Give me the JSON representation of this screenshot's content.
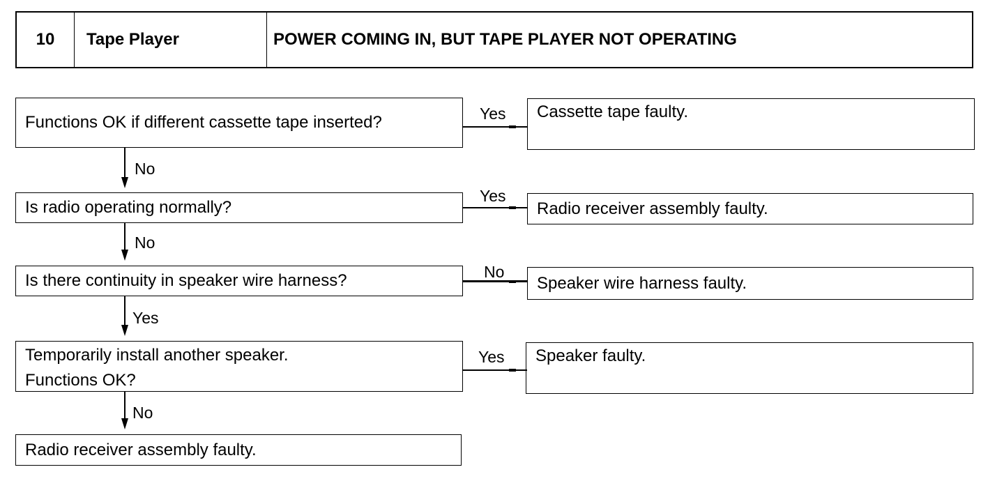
{
  "header": {
    "number": "10",
    "section": "Tape Player",
    "title": "POWER COMING IN, BUT TAPE PLAYER NOT OPERATING"
  },
  "steps": [
    {
      "question": "Functions OK if different cassette tape inserted?",
      "branch_label": "Yes",
      "result": "Cassette tape faulty.",
      "next_label": "No"
    },
    {
      "question": "Is radio operating normally?",
      "branch_label": "Yes",
      "result": "Radio receiver assembly faulty.",
      "next_label": "No"
    },
    {
      "question": "Is there continuity in speaker wire harness?",
      "branch_label": "No",
      "result": "Speaker wire harness faulty.",
      "next_label": "Yes"
    },
    {
      "question_line1": "Temporarily install another speaker.",
      "question_line2": "Functions OK?",
      "branch_label": "Yes",
      "result": "Speaker faulty.",
      "next_label": "No"
    }
  ],
  "final_result": "Radio receiver assembly faulty."
}
